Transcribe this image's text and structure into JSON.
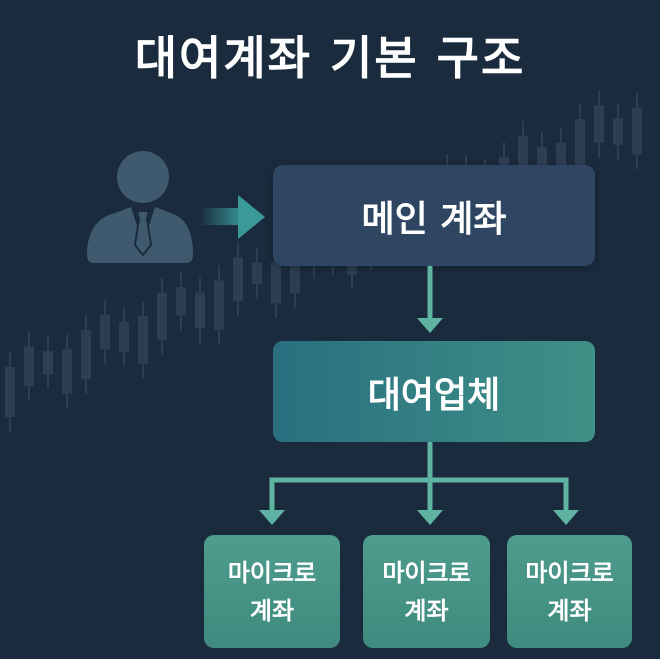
{
  "title": "대여계좌 기본 구조",
  "main_account": "메인 계좌",
  "lender": "대여업체",
  "micro_accounts": [
    {
      "line1": "마이크로",
      "line2": "계좌"
    },
    {
      "line1": "마이크로",
      "line2": "계좌"
    },
    {
      "line1": "마이크로",
      "line2": "계좌"
    }
  ],
  "colors": {
    "background": "#1b2b3e",
    "arrow": "#5fb3a3",
    "person": "#3f5a6e"
  }
}
